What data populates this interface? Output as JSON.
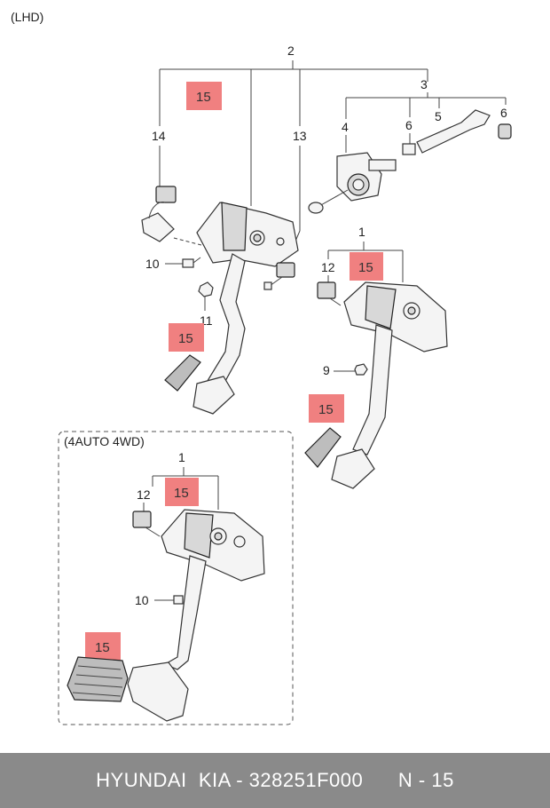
{
  "header_label": "(LHD)",
  "inset_label": "(4AUTO 4WD)",
  "callouts": {
    "c1": "1",
    "c2": "2",
    "c3": "3",
    "c4": "4",
    "c5": "5",
    "c6a": "6",
    "c6b": "6",
    "c9": "9",
    "c10a": "10",
    "c10b": "10",
    "c11": "11",
    "c12a": "12",
    "c12b": "12",
    "c13": "13",
    "c14": "14",
    "c1b": "1"
  },
  "highlight_label": "15",
  "highlight_color": "#f08080",
  "footer": {
    "brand": "HYUNDAI  KIA - 328251F000",
    "page": "N - 15"
  }
}
